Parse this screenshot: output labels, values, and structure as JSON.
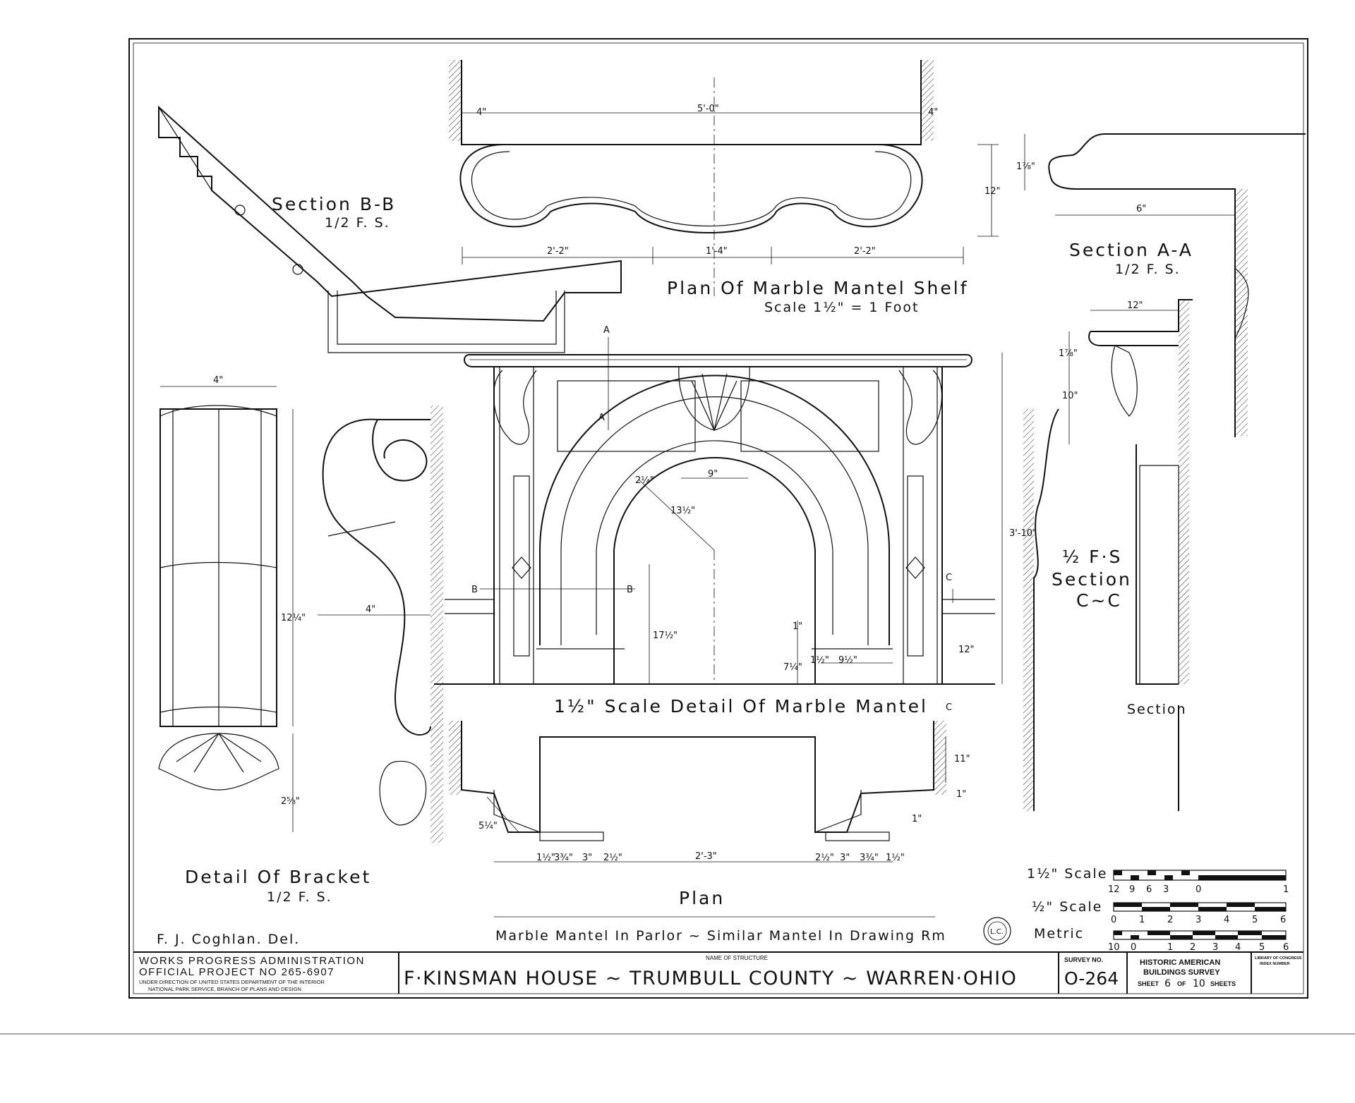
{
  "sheet": {
    "plan_shelf_title": "Plan Of Marble Mantel Shelf",
    "plan_shelf_scale": "Scale 1½\" = 1 Foot",
    "section_bb_title": "Section B-B",
    "section_bb_scale": "1/2 F. S.",
    "section_aa_title": "Section A-A",
    "section_aa_scale": "1/2 F. S.",
    "detail_mantel_title": "1½\" Scale Detail Of Marble Mantel",
    "detail_bracket_title": "Detail Of Bracket",
    "detail_bracket_scale": "1/2 F. S.",
    "section_cc_scale": "½ F·S",
    "section_cc_title_1": "Section",
    "section_cc_title_2": "C~C",
    "section_title": "Section",
    "plan_title": "Plan",
    "caption": "Marble Mantel In Parlor ~ Similar Mantel In Drawing Rm",
    "delineator": "F. J. Coghlan. Del.",
    "marks": {
      "a": "A",
      "b": "B",
      "c": "C"
    }
  },
  "dimensions": {
    "shelf_width": "5'-0\"",
    "shelf_end_left": "4\"",
    "shelf_end_right": "4\"",
    "shelf_depth": "12\"",
    "shelf_seg_left": "2'-2\"",
    "shelf_seg_mid": "1'-4\"",
    "shelf_seg_right": "2'-2\"",
    "sec_aa_height": "1⅞\"",
    "sec_aa_width": "6\"",
    "sec_cc_shelf": "12\"",
    "sec_cc_thick": "1⅞\"",
    "sec_cc_bracket": "10\"",
    "bracket_width": "4\"",
    "bracket_depth": "4\"",
    "bracket_height": "12¼\"",
    "bracket_foot": "2⅝\"",
    "arch_span": "9\"",
    "arch_band": "2¼\"",
    "arch_radius": "13½\"",
    "mantel_height": "3'-10\"",
    "pier_height": "17½\"",
    "base_height": "7¼\"",
    "plinth": "1\"",
    "fillet": "1½\"",
    "opening_jamb": "9½\"",
    "wainscot": "12\"",
    "plan_depth": "11\"",
    "plan_opening": "2'-3\"",
    "plan_left_a": "1½\"",
    "plan_left_b": "3¾\"",
    "plan_left_c": "3\"",
    "plan_left_d": "2½\"",
    "plan_right_a": "2½\"",
    "plan_right_b": "3\"",
    "plan_right_c": "3¾\"",
    "plan_right_d": "1½\"",
    "plan_return": "5¼\"",
    "plan_small_1": "1\"",
    "plan_small_2": "1\""
  },
  "scales": {
    "scale_1": {
      "label": "1½\" Scale",
      "ticks": [
        "12",
        "9",
        "6",
        "3",
        "0",
        "1"
      ]
    },
    "scale_2": {
      "label": "½\" Scale",
      "ticks": [
        "0",
        "1",
        "2",
        "3",
        "4",
        "5",
        "6"
      ]
    },
    "scale_3": {
      "label": "Metric",
      "ticks": [
        "10",
        "0",
        "1",
        "2",
        "3",
        "4",
        "5",
        "6"
      ]
    }
  },
  "seal": {
    "text": "L.C."
  },
  "title_block": {
    "agency_1": "WORKS PROGRESS ADMINISTRATION",
    "agency_2": "OFFICIAL PROJECT NO 265-6907",
    "agency_3": "UNDER DIRECTION OF UNITED STATES DEPARTMENT OF THE INTERIOR",
    "agency_4": "NATIONAL PARK SERVICE, BRANCH OF PLANS AND DESIGN",
    "name_label": "NAME OF STRUCTURE",
    "structure_name": "F·KINSMAN HOUSE ~ TRUMBULL COUNTY ~ WARREN·OHIO",
    "survey_label": "SURVEY NO.",
    "survey_no": "O-264",
    "habs_1": "HISTORIC AMERICAN",
    "habs_2": "BUILDINGS SURVEY",
    "sheet_prefix": "SHEET",
    "sheet_no": "6",
    "sheet_of": "OF",
    "sheet_total": "10",
    "sheet_suffix": "SHEETS",
    "loc_1": "LIBRARY OF CONGRESS",
    "loc_2": "INDEX NUMBER"
  }
}
